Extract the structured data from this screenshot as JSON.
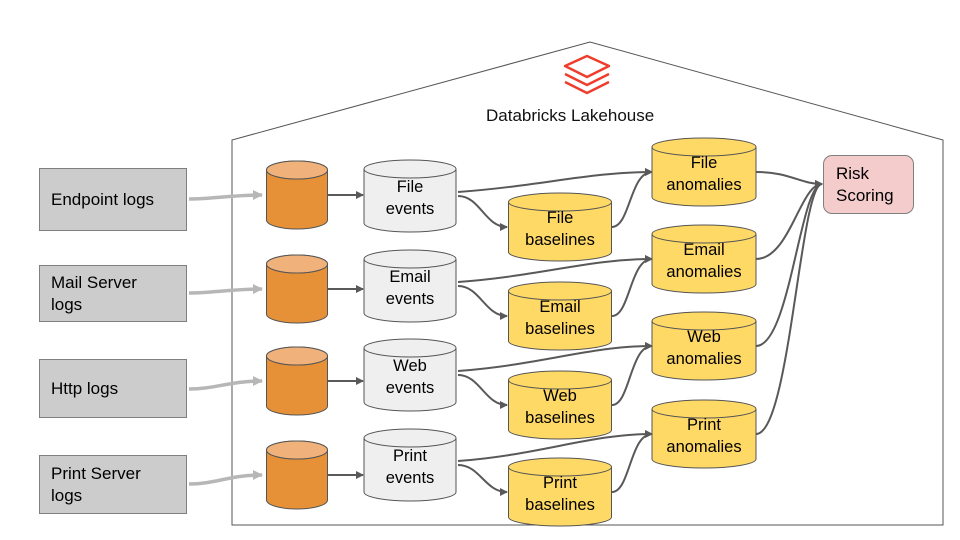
{
  "brand": {
    "name": "Databricks Lakehouse",
    "logo_icon": "databricks-layers-icon",
    "logo_color": "#ee3d2c"
  },
  "sources": [
    {
      "label": "Endpoint logs"
    },
    {
      "label": "Mail Server logs"
    },
    {
      "label": "Http logs"
    },
    {
      "label": "Print Server logs"
    }
  ],
  "pipelines": [
    {
      "events": [
        "File",
        "events"
      ],
      "baselines": [
        "File",
        "baselines"
      ],
      "anomalies": [
        "File",
        "anomalies"
      ]
    },
    {
      "events": [
        "Email",
        "events"
      ],
      "baselines": [
        "Email",
        "baselines"
      ],
      "anomalies": [
        "Email",
        "anomalies"
      ]
    },
    {
      "events": [
        "Web",
        "events"
      ],
      "baselines": [
        "Web",
        "baselines"
      ],
      "anomalies": [
        "Web",
        "anomalies"
      ]
    },
    {
      "events": [
        "Print",
        "events"
      ],
      "baselines": [
        "Print",
        "baselines"
      ],
      "anomalies": [
        "Print",
        "anomalies"
      ]
    }
  ],
  "sink": {
    "label": "Risk Scoring"
  },
  "colors": {
    "raw_store": "#e69138",
    "events_store": "#efefef",
    "derived_store": "#ffd966",
    "risk_box": "#f4cccc",
    "source_box": "#cccccc",
    "ingest_arrow": "#b7b7b7",
    "flow_arrow": "#595959"
  }
}
